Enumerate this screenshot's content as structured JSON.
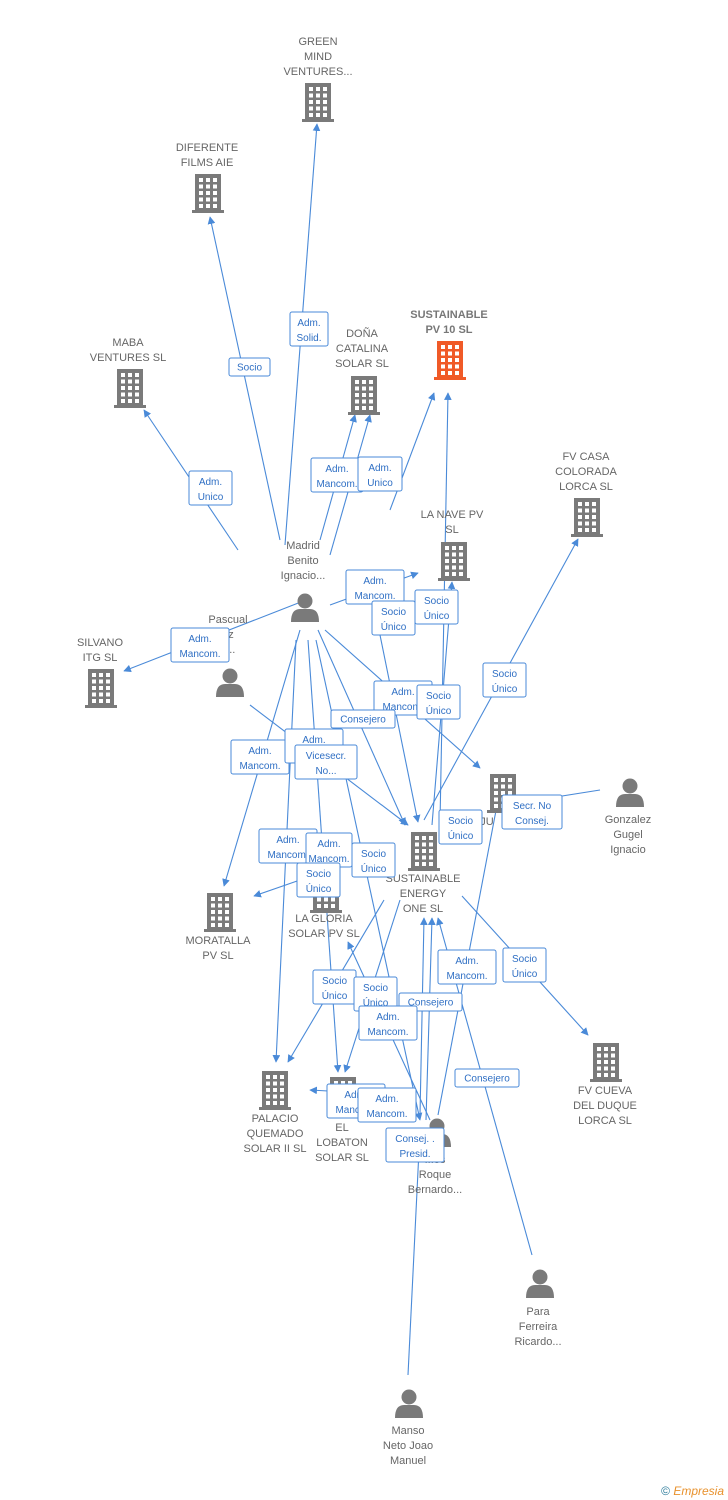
{
  "colors": {
    "edge": "#4a8ad8",
    "node": "#7a7a7a",
    "highlight": "#f05a28",
    "label_text": "#666666",
    "edge_label_text": "#2f6fc4"
  },
  "nodes": [
    {
      "id": "green",
      "type": "company",
      "label": [
        "GREEN",
        "MIND",
        "VENTURES..."
      ]
    },
    {
      "id": "diferente",
      "type": "company",
      "label": [
        "DIFERENTE",
        "FILMS AIE"
      ]
    },
    {
      "id": "sustainable10",
      "type": "company",
      "highlight": true,
      "label": [
        "SUSTAINABLE",
        "PV 10 SL"
      ]
    },
    {
      "id": "dona",
      "type": "company",
      "label": [
        "DOÑA",
        "CATALINA",
        "SOLAR SL"
      ]
    },
    {
      "id": "maba",
      "type": "company",
      "label": [
        "MABA",
        "VENTURES SL"
      ]
    },
    {
      "id": "fvcasa",
      "type": "company",
      "label": [
        "FV CASA",
        "COLORADA",
        "LORCA SL"
      ]
    },
    {
      "id": "lanave",
      "type": "company",
      "label": [
        "LA NAVE PV",
        "SL"
      ]
    },
    {
      "id": "madrid",
      "type": "person",
      "label": [
        "Madrid",
        "Benito",
        "Ignacio..."
      ]
    },
    {
      "id": "pascual",
      "type": "person",
      "label": [
        "Pascual",
        "ez",
        "s..."
      ]
    },
    {
      "id": "silvano",
      "type": "company",
      "label": [
        "SILVANO",
        "ITG SL"
      ]
    },
    {
      "id": "gonzalez",
      "type": "person",
      "label": [
        "Gonzalez",
        "Gugel",
        "Ignacio"
      ]
    },
    {
      "id": "ju",
      "type": "company",
      "label": [
        "JU"
      ]
    },
    {
      "id": "sustone",
      "type": "company",
      "label": [
        "SUSTAINABLE",
        "ENERGY",
        "ONE SL"
      ]
    },
    {
      "id": "moratalla",
      "type": "company",
      "label": [
        "MORATALLA",
        "PV SL"
      ]
    },
    {
      "id": "lagloria",
      "type": "company",
      "label": [
        "LA GLORIA",
        "SOLAR PV SL"
      ]
    },
    {
      "id": "fvcueva",
      "type": "company",
      "label": [
        "FV CUEVA",
        "DEL DUQUE",
        "LORCA SL"
      ]
    },
    {
      "id": "palacio",
      "type": "company",
      "label": [
        "PALACIO",
        "QUEMADO",
        "SOLAR II SL"
      ]
    },
    {
      "id": "lobaton",
      "type": "company",
      "label": [
        "EL",
        "LOBATON",
        "SOLAR SL"
      ]
    },
    {
      "id": "roque",
      "type": "person",
      "label": [
        "...es",
        "Roque",
        "Bernardo..."
      ]
    },
    {
      "id": "para",
      "type": "person",
      "label": [
        "Para",
        "Ferreira",
        "Ricardo..."
      ]
    },
    {
      "id": "manso",
      "type": "person",
      "label": [
        "Manso",
        "Neto Joao",
        "Manuel"
      ]
    }
  ],
  "edge_labels": [
    [
      "Adm.",
      "Solid."
    ],
    [
      "Socio"
    ],
    [
      "Adm.",
      "Unico"
    ],
    [
      "Adm.",
      "Mancom."
    ],
    [
      "Adm.",
      "Unico"
    ],
    [
      "Adm.",
      "Mancom."
    ],
    [
      "Socio",
      "Único"
    ],
    [
      "Socio",
      "Único"
    ],
    [
      "Adm.",
      "Mancom."
    ],
    [
      "Socio",
      "Único"
    ],
    [
      "Adm.",
      "Mancom."
    ],
    [
      "Consejero"
    ],
    [
      "Socio",
      "Único"
    ],
    [
      "Adm.",
      "Mancom."
    ],
    [
      "Adm.",
      "M..."
    ],
    [
      "Vicesecr.",
      "No..."
    ],
    [
      "Secr. No",
      "Consej."
    ],
    [
      "Socio",
      "Único"
    ],
    [
      "Adm.",
      "Mancom."
    ],
    [
      "Adm.",
      "Mancom."
    ],
    [
      "Socio",
      "Único"
    ],
    [
      "Socio",
      "Único"
    ],
    [
      "Adm.",
      "Mancom."
    ],
    [
      "Socio",
      "Único"
    ],
    [
      "Socio",
      "Único"
    ],
    [
      "Socio",
      "Único"
    ],
    [
      "Consejero"
    ],
    [
      "Adm.",
      "Mancom."
    ],
    [
      "Consejero"
    ],
    [
      "Adm.",
      "Mancom."
    ],
    [
      "Adm.",
      "Mancom."
    ],
    [
      "Consej. .",
      "Presid."
    ]
  ],
  "copyright": {
    "symbol": "©",
    "brand": "Empresia"
  }
}
